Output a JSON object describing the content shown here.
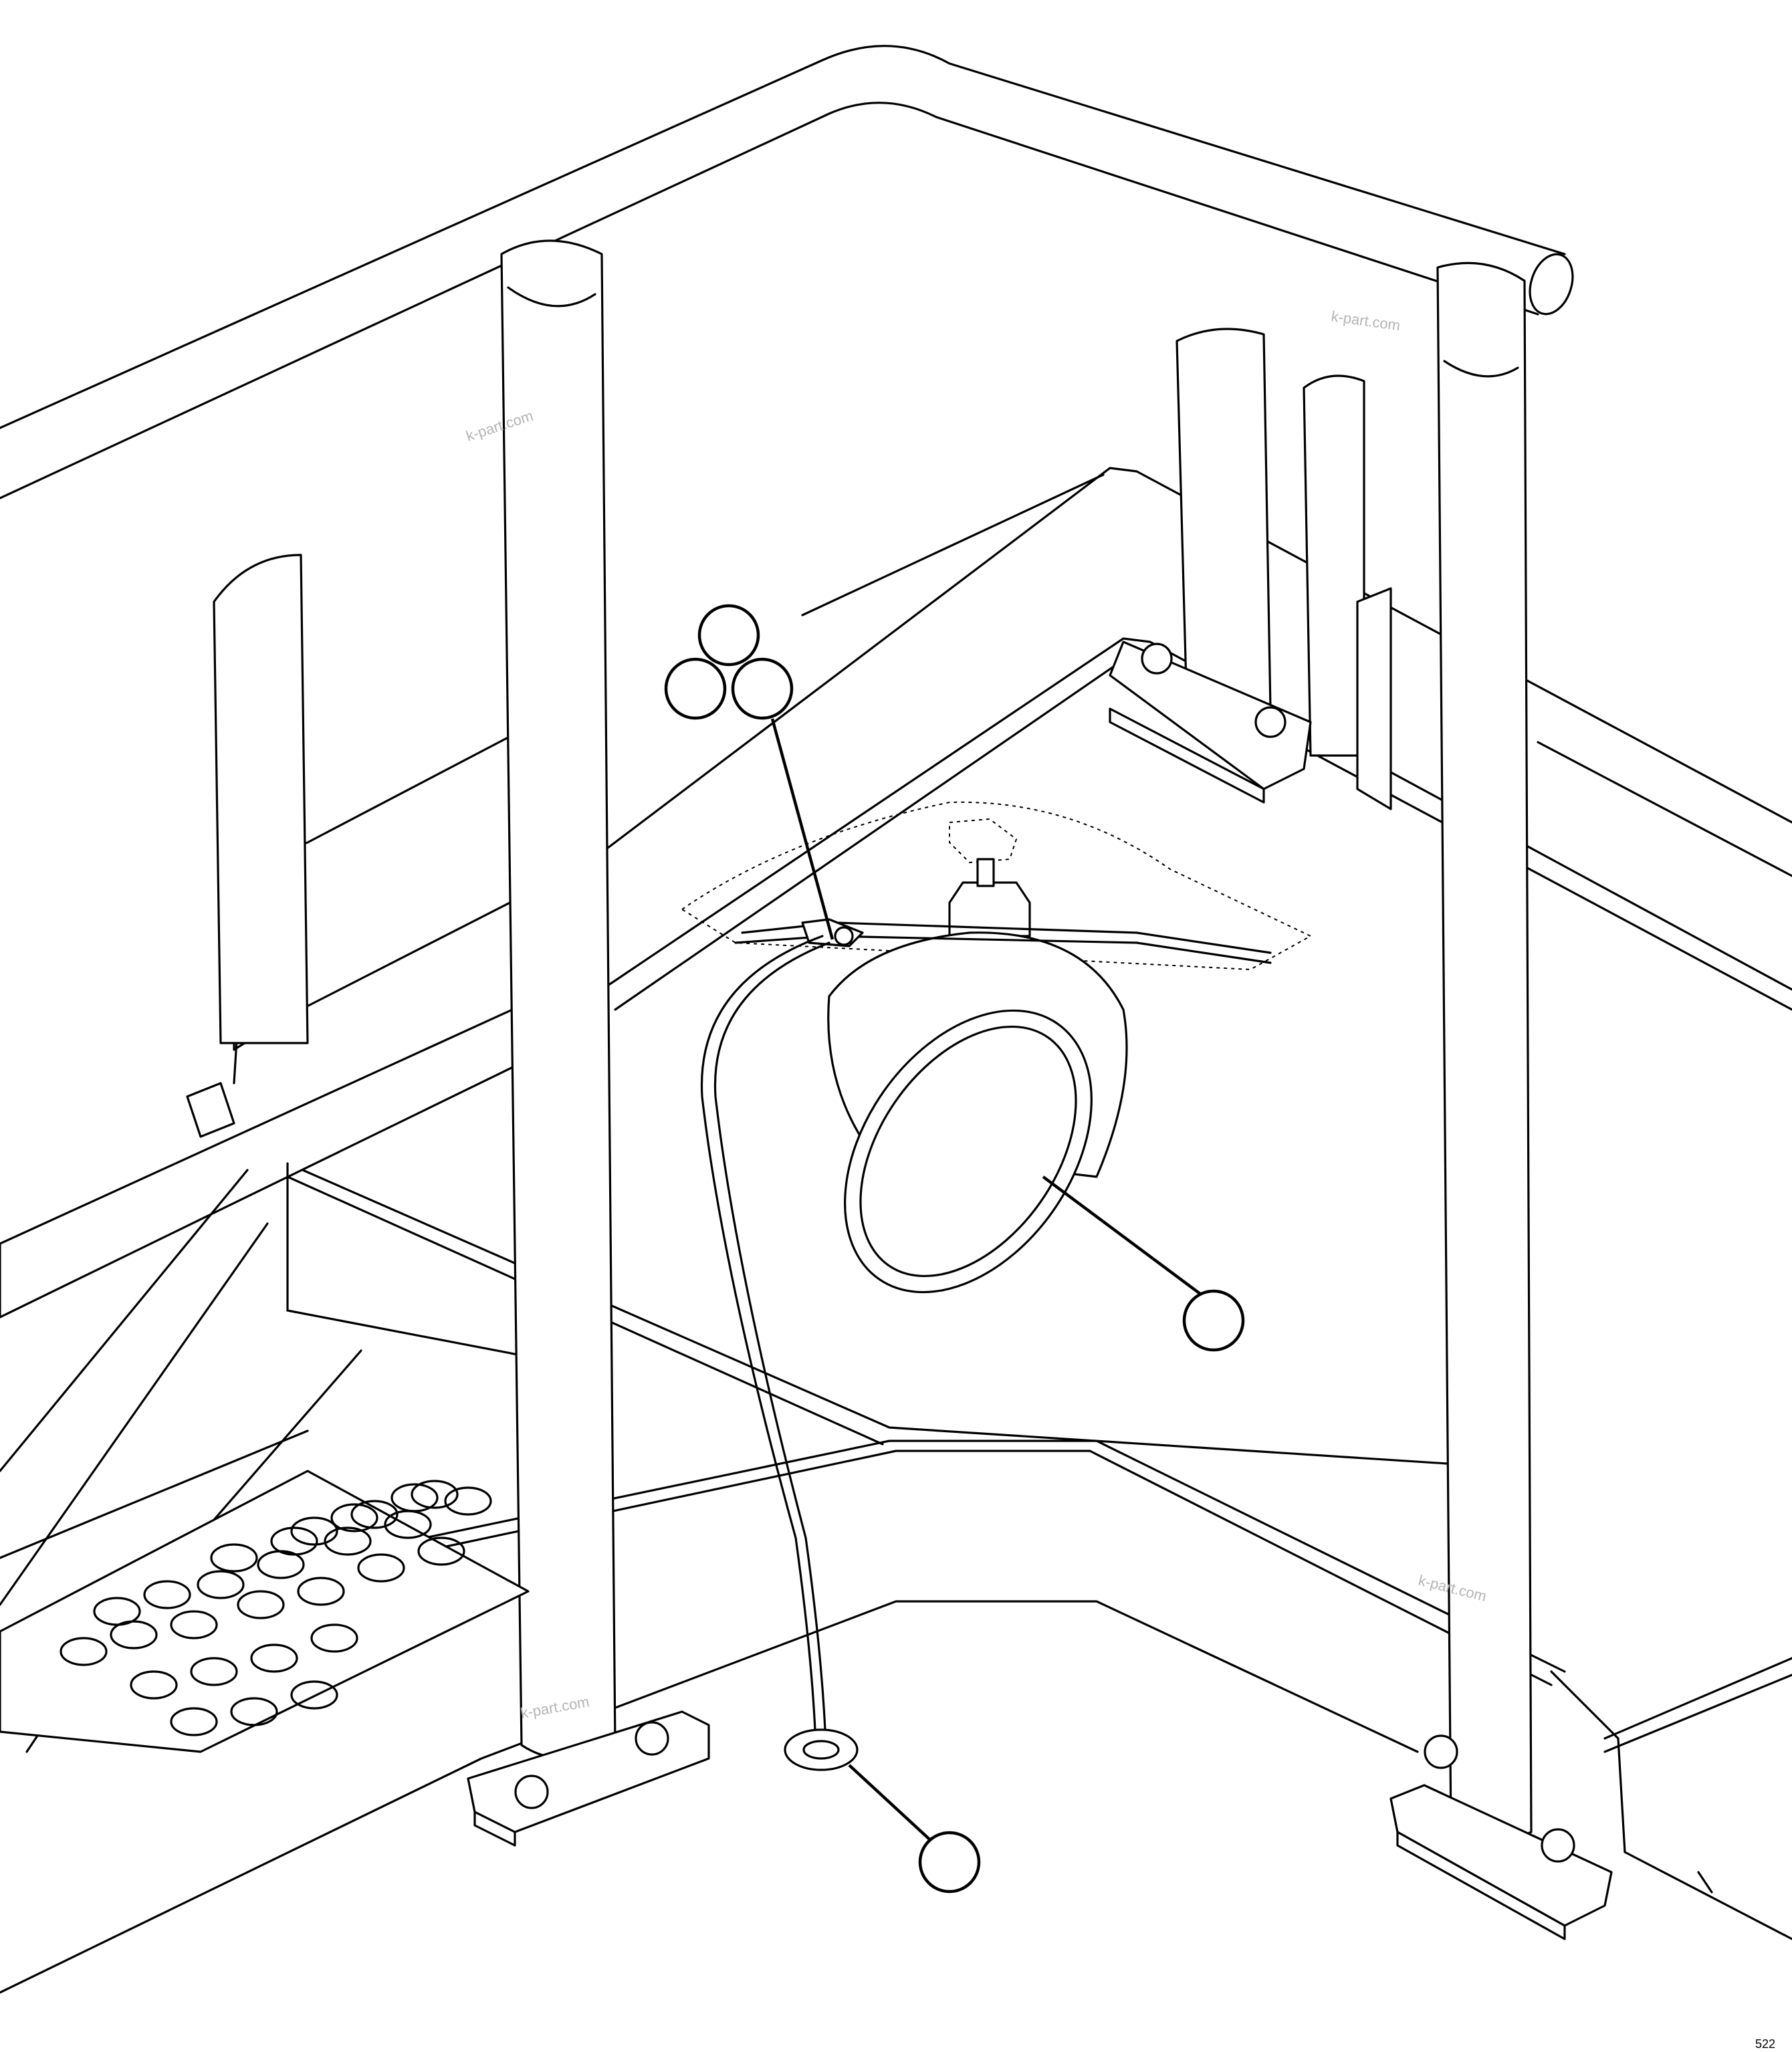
{
  "watermarks": [
    "k-part.com",
    "k-part.com",
    "k-part.com",
    "k-part.com"
  ],
  "corner_code": "522",
  "callouts": [
    {
      "id": "callout-1a",
      "label": ""
    },
    {
      "id": "callout-1b",
      "label": ""
    },
    {
      "id": "callout-1c",
      "label": ""
    },
    {
      "id": "callout-lamp",
      "label": ""
    },
    {
      "id": "callout-grommet",
      "label": ""
    }
  ]
}
